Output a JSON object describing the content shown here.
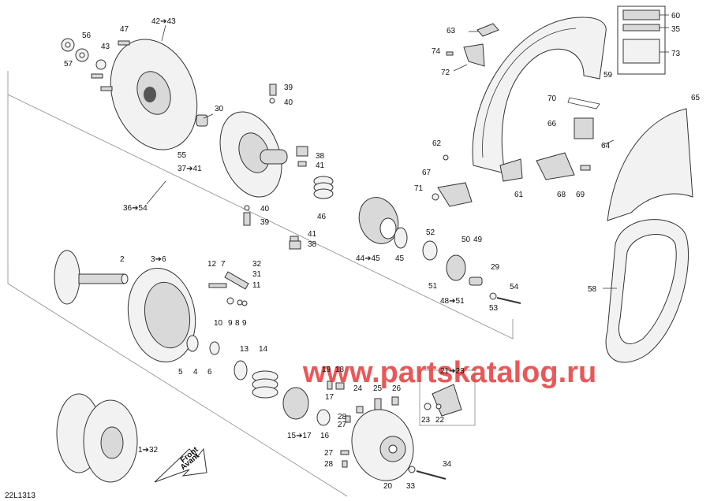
{
  "diagram_code": "22L1313",
  "watermark": "www.partskatalog.ru",
  "front_arrow": {
    "line1": "Front",
    "line2": "Avant"
  },
  "callouts": [
    {
      "id": "c-42-43",
      "text": "42➔43"
    },
    {
      "id": "c-47",
      "text": "47"
    },
    {
      "id": "c-56",
      "text": "56"
    },
    {
      "id": "c-43",
      "text": "43"
    },
    {
      "id": "c-57",
      "text": "57"
    },
    {
      "id": "c-39a",
      "text": "39"
    },
    {
      "id": "c-40a",
      "text": "40"
    },
    {
      "id": "c-30",
      "text": "30"
    },
    {
      "id": "c-55",
      "text": "55"
    },
    {
      "id": "c-37-41",
      "text": "37➔41"
    },
    {
      "id": "c-38a",
      "text": "38"
    },
    {
      "id": "c-41a",
      "text": "41"
    },
    {
      "id": "c-36-54",
      "text": "36➔54"
    },
    {
      "id": "c-40b",
      "text": "40"
    },
    {
      "id": "c-39b",
      "text": "39"
    },
    {
      "id": "c-46",
      "text": "46"
    },
    {
      "id": "c-41b",
      "text": "41"
    },
    {
      "id": "c-38b",
      "text": "38"
    },
    {
      "id": "c-44-45",
      "text": "44➔45"
    },
    {
      "id": "c-45",
      "text": "45"
    },
    {
      "id": "c-52",
      "text": "52"
    },
    {
      "id": "c-50",
      "text": "50"
    },
    {
      "id": "c-49",
      "text": "49"
    },
    {
      "id": "c-29",
      "text": "29"
    },
    {
      "id": "c-51",
      "text": "51"
    },
    {
      "id": "c-48-51",
      "text": "48➔51"
    },
    {
      "id": "c-54",
      "text": "54"
    },
    {
      "id": "c-53",
      "text": "53"
    },
    {
      "id": "c-2",
      "text": "2"
    },
    {
      "id": "c-3-6",
      "text": "3➔6"
    },
    {
      "id": "c-12",
      "text": "12"
    },
    {
      "id": "c-7",
      "text": "7"
    },
    {
      "id": "c-32",
      "text": "32"
    },
    {
      "id": "c-31",
      "text": "31"
    },
    {
      "id": "c-11",
      "text": "11"
    },
    {
      "id": "c-10",
      "text": "10"
    },
    {
      "id": "c-9a",
      "text": "9"
    },
    {
      "id": "c-8",
      "text": "8"
    },
    {
      "id": "c-9b",
      "text": "9"
    },
    {
      "id": "c-5",
      "text": "5"
    },
    {
      "id": "c-4",
      "text": "4"
    },
    {
      "id": "c-6",
      "text": "6"
    },
    {
      "id": "c-13",
      "text": "13"
    },
    {
      "id": "c-14",
      "text": "14"
    },
    {
      "id": "c-19",
      "text": "19"
    },
    {
      "id": "c-18",
      "text": "18"
    },
    {
      "id": "c-17",
      "text": "17"
    },
    {
      "id": "c-15-17",
      "text": "15➔17"
    },
    {
      "id": "c-16",
      "text": "16"
    },
    {
      "id": "c-1-32",
      "text": "1➔32"
    },
    {
      "id": "c-24",
      "text": "24"
    },
    {
      "id": "c-25",
      "text": "25"
    },
    {
      "id": "c-26",
      "text": "26"
    },
    {
      "id": "c-28a",
      "text": "28"
    },
    {
      "id": "c-27a",
      "text": "27"
    },
    {
      "id": "c-27b",
      "text": "27"
    },
    {
      "id": "c-28b",
      "text": "28"
    },
    {
      "id": "c-20",
      "text": "20"
    },
    {
      "id": "c-33",
      "text": "33"
    },
    {
      "id": "c-34",
      "text": "34"
    },
    {
      "id": "c-21-23",
      "text": "21➔23"
    },
    {
      "id": "c-23",
      "text": "23"
    },
    {
      "id": "c-22",
      "text": "22"
    },
    {
      "id": "c-63",
      "text": "63"
    },
    {
      "id": "c-74",
      "text": "74"
    },
    {
      "id": "c-72",
      "text": "72"
    },
    {
      "id": "c-59",
      "text": "59"
    },
    {
      "id": "c-60",
      "text": "60"
    },
    {
      "id": "c-35",
      "text": "35"
    },
    {
      "id": "c-73",
      "text": "73"
    },
    {
      "id": "c-70",
      "text": "70"
    },
    {
      "id": "c-65",
      "text": "65"
    },
    {
      "id": "c-66",
      "text": "66"
    },
    {
      "id": "c-64",
      "text": "64"
    },
    {
      "id": "c-62",
      "text": "62"
    },
    {
      "id": "c-67",
      "text": "67"
    },
    {
      "id": "c-71",
      "text": "71"
    },
    {
      "id": "c-61",
      "text": "61"
    },
    {
      "id": "c-68",
      "text": "68"
    },
    {
      "id": "c-69",
      "text": "69"
    },
    {
      "id": "c-58",
      "text": "58"
    }
  ]
}
